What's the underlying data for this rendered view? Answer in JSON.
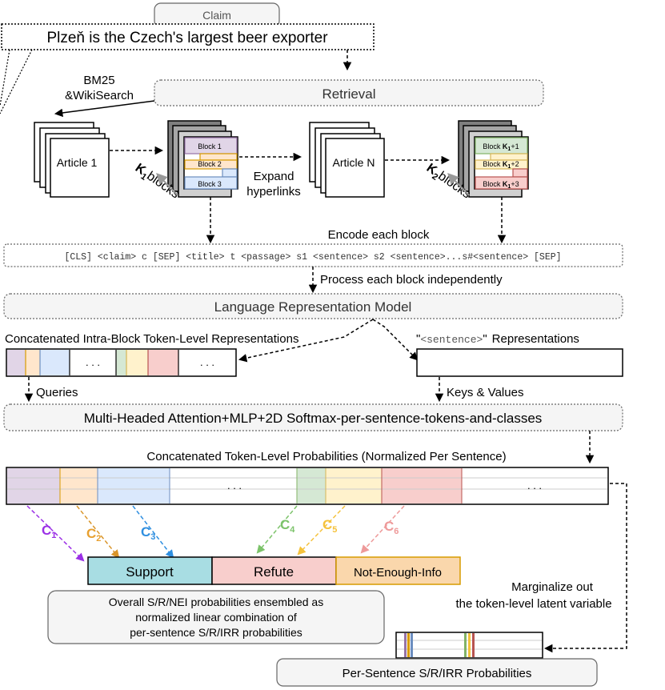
{
  "claim": {
    "tag": "Claim",
    "text": "Plzeň is the Czech's largest beer exporter"
  },
  "retrieval": {
    "method_line1": "BM25",
    "method_line2": "&WikiSearch",
    "label": "Retrieval"
  },
  "articles": {
    "first": "Article 1",
    "last": "Article N"
  },
  "blocks_left": {
    "items": [
      "Block 1",
      "Block 2",
      "Block 3"
    ],
    "k_label": "K",
    "k_sub": "1",
    "k_suffix": "blocks"
  },
  "blocks_right": {
    "prefix": "Block ",
    "k": "K",
    "sub": "1",
    "suffixes": [
      "+1",
      "+2",
      "+3"
    ],
    "k_label": "K",
    "k_sub": "2",
    "k_suffix": "blocks"
  },
  "expand": {
    "line1": "Expand",
    "line2": "hyperlinks"
  },
  "encode": {
    "label": "Encode each block",
    "sequence": "[CLS] <claim> c [SEP] <title> t <passage> s1 <sentence> s2 <sentence>...s#<sentence> [SEP]"
  },
  "process_label": "Process each block independently",
  "lrm_label": "Language Representation Model",
  "concat_repr": {
    "label": "Concatenated Intra-Block Token-Level Representations",
    "ellipsis1": ". . .",
    "ellipsis2": ". . ."
  },
  "sentence_repr": {
    "quote_open": "\"",
    "tag": "<sentence>",
    "quote_close": "\"",
    "label": "Representations"
  },
  "queries_label": "Queries",
  "kv_label": "Keys & Values",
  "attention_label": "Multi-Headed Attention+MLP+2D Softmax-per-sentence-tokens-and-classes",
  "probs": {
    "label": "Concatenated Token-Level Probabilities (Normalized Per Sentence)",
    "ellipsis1": ". . .",
    "ellipsis2": ". . ."
  },
  "c_labels": [
    {
      "c": "C",
      "sub": "1",
      "color": "#9b30e6"
    },
    {
      "c": "C",
      "sub": "2",
      "color": "#e8a030"
    },
    {
      "c": "C",
      "sub": "3",
      "color": "#2f8fe0"
    },
    {
      "c": "C",
      "sub": "4",
      "color": "#7cc36a"
    },
    {
      "c": "C",
      "sub": "5",
      "color": "#f5c23c"
    },
    {
      "c": "C",
      "sub": "6",
      "color": "#ee9a9a"
    }
  ],
  "classes": {
    "support": "Support",
    "refute": "Refute",
    "nei": "Not-Enough-Info"
  },
  "ensemble_note": {
    "line1": "Overall S/R/NEI probabilities ensembled as",
    "line2": "normalized linear combination of",
    "line3": "per-sentence S/R/IRR probabilities"
  },
  "marginalize": {
    "line1": "Marginalize out",
    "line2": "the token-level latent variable"
  },
  "per_sentence_label": "Per-Sentence S/R/IRR Probabilities",
  "colors": {
    "purple": "#e1d5e7",
    "purple_stroke": "#9673a6",
    "orange": "#ffe6cc",
    "orange_stroke": "#d79b00",
    "blue": "#dae8fc",
    "blue_stroke": "#6c8ebf",
    "green": "#d5e8d4",
    "green_stroke": "#82b366",
    "yellow": "#fff2cc",
    "yellow_stroke": "#d6b656",
    "red": "#f8cecc",
    "red_stroke": "#b85450",
    "support_fill": "#a8dde3",
    "refute_fill": "#f8cecc",
    "nei_fill": "#fad7ac",
    "gray_box": "#f5f5f5"
  }
}
